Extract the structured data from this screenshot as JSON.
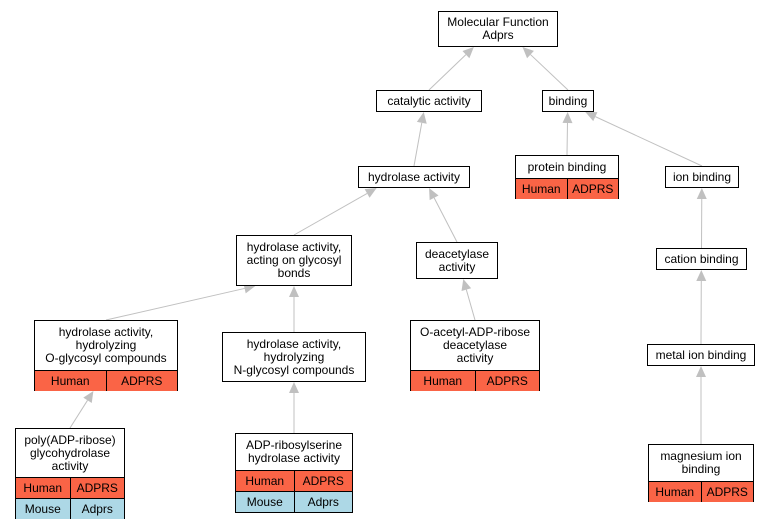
{
  "diagram": {
    "nodes": {
      "root": {
        "label": "Molecular Function\nAdprs"
      },
      "catalytic": {
        "label": "catalytic activity"
      },
      "binding": {
        "label": "binding"
      },
      "hydrolase": {
        "label": "hydrolase activity"
      },
      "protein_binding": {
        "label": "protein binding",
        "species": {
          "name": "Human",
          "gene": "ADPRS"
        }
      },
      "ion_binding": {
        "label": "ion binding"
      },
      "hydrolase_glycosyl": {
        "label": "hydrolase activity,\nacting on glycosyl\nbonds"
      },
      "deacetylase": {
        "label": "deacetylase\nactivity"
      },
      "cation_binding": {
        "label": "cation binding"
      },
      "hydrolase_o": {
        "label": "hydrolase activity,\nhydrolyzing\nO-glycosyl compounds",
        "species": {
          "name": "Human",
          "gene": "ADPRS"
        }
      },
      "hydrolase_n": {
        "label": "hydrolase activity,\nhydrolyzing\nN-glycosyl compounds"
      },
      "oacetyl": {
        "label": "O-acetyl-ADP-ribose\ndeacetylase\nactivity",
        "species": {
          "name": "Human",
          "gene": "ADPRS"
        }
      },
      "metal_ion": {
        "label": "metal ion binding"
      },
      "polyadp": {
        "label": "poly(ADP-ribose)\nglycohydrolase\nactivity",
        "species": {
          "name": "Human",
          "gene": "ADPRS"
        },
        "species2": {
          "name": "Mouse",
          "gene": "Adprs"
        }
      },
      "adpribosylserine": {
        "label": "ADP-ribosylserine\nhydrolase activity",
        "species": {
          "name": "Human",
          "gene": "ADPRS"
        },
        "species2": {
          "name": "Mouse",
          "gene": "Adprs"
        }
      },
      "magnesium": {
        "label": "magnesium ion\nbinding",
        "species": {
          "name": "Human",
          "gene": "ADPRS"
        }
      }
    },
    "edges": [
      {
        "from": "catalytic",
        "to": "root"
      },
      {
        "from": "binding",
        "to": "root"
      },
      {
        "from": "hydrolase",
        "to": "catalytic"
      },
      {
        "from": "protein_binding",
        "to": "binding"
      },
      {
        "from": "ion_binding",
        "to": "binding"
      },
      {
        "from": "hydrolase_glycosyl",
        "to": "hydrolase"
      },
      {
        "from": "deacetylase",
        "to": "hydrolase"
      },
      {
        "from": "cation_binding",
        "to": "ion_binding"
      },
      {
        "from": "hydrolase_o",
        "to": "hydrolase_glycosyl"
      },
      {
        "from": "hydrolase_n",
        "to": "hydrolase_glycosyl"
      },
      {
        "from": "oacetyl",
        "to": "deacetylase"
      },
      {
        "from": "metal_ion",
        "to": "cation_binding"
      },
      {
        "from": "polyadp",
        "to": "hydrolase_o"
      },
      {
        "from": "adpribosylserine",
        "to": "hydrolase_n"
      },
      {
        "from": "magnesium",
        "to": "metal_ion"
      }
    ],
    "colors": {
      "human": "#fa6446",
      "mouse": "#add8e6",
      "edge": "#c0c0c0"
    }
  }
}
